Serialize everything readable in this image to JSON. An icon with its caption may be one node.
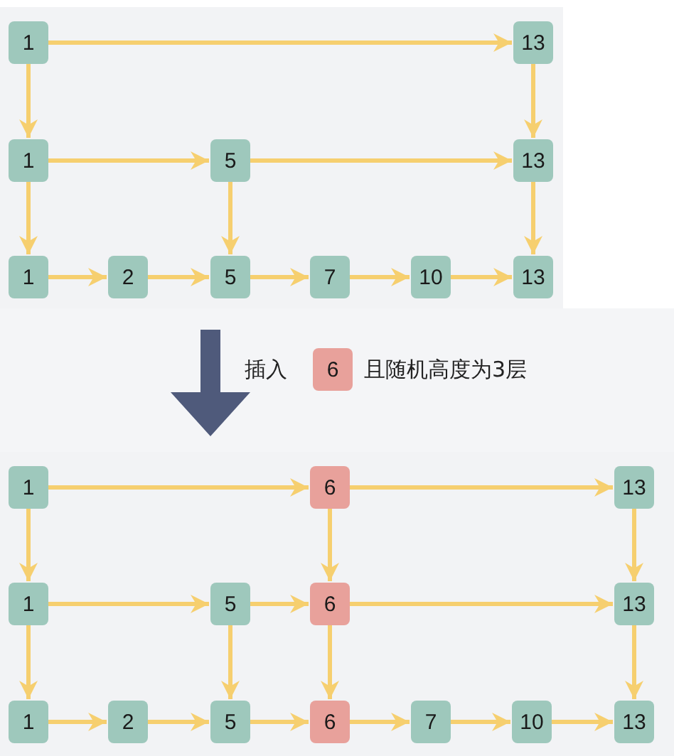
{
  "diagram": {
    "nodes": [
      {
        "text": [
          "1"
        ]
      },
      {
        "text": [
          "13"
        ]
      },
      {
        "text": [
          "1"
        ]
      },
      {
        "text": [
          "5"
        ]
      },
      {
        "text": [
          "13"
        ]
      },
      {
        "text": [
          "1"
        ]
      },
      {
        "text": [
          "2"
        ]
      },
      {
        "text": [
          "5"
        ]
      },
      {
        "text": [
          "7"
        ]
      },
      {
        "text": [
          "10"
        ]
      },
      {
        "text": [
          "13"
        ]
      },
      {
        "text": [
          "6"
        ]
      },
      {
        "text": [
          "1"
        ]
      },
      {
        "text": [
          "6"
        ]
      },
      {
        "text": [
          "13"
        ]
      },
      {
        "text": [
          "1"
        ]
      },
      {
        "text": [
          "5"
        ]
      },
      {
        "text": [
          "6"
        ]
      },
      {
        "text": [
          "13"
        ]
      },
      {
        "text": [
          "1"
        ]
      },
      {
        "text": [
          "2"
        ]
      },
      {
        "text": [
          "5"
        ]
      },
      {
        "text": [
          "6"
        ]
      },
      {
        "text": [
          "7"
        ]
      },
      {
        "text": [
          "10"
        ]
      },
      {
        "text": [
          "13"
        ]
      }
    ],
    "edges": [
      {
        "from": 0,
        "to": 1,
        "arrow": "to"
      },
      {
        "from": 0,
        "to": 2,
        "arrow": "to"
      },
      {
        "from": 1,
        "to": 4,
        "arrow": "to"
      },
      {
        "from": 2,
        "to": 3,
        "arrow": "to"
      },
      {
        "from": 3,
        "to": 4,
        "arrow": "to"
      },
      {
        "from": 2,
        "to": 5,
        "arrow": "to"
      },
      {
        "from": 3,
        "to": 7,
        "arrow": "to"
      },
      {
        "from": 4,
        "to": 10,
        "arrow": "to"
      },
      {
        "from": 5,
        "to": 6,
        "arrow": "to"
      },
      {
        "from": 6,
        "to": 7,
        "arrow": "to"
      },
      {
        "from": 7,
        "to": 8,
        "arrow": "to"
      },
      {
        "from": 8,
        "to": 9,
        "arrow": "to"
      },
      {
        "from": 9,
        "to": 10,
        "arrow": "to"
      },
      {
        "from": 12,
        "to": 13,
        "arrow": "to"
      },
      {
        "from": 13,
        "to": 14,
        "arrow": "to"
      },
      {
        "from": 12,
        "to": 15,
        "arrow": "to"
      },
      {
        "from": 13,
        "to": 17,
        "arrow": "to"
      },
      {
        "from": 14,
        "to": 18,
        "arrow": "to"
      },
      {
        "from": 15,
        "to": 16,
        "arrow": "to"
      },
      {
        "from": 16,
        "to": 17,
        "arrow": "to"
      },
      {
        "from": 17,
        "to": 18,
        "arrow": "to"
      },
      {
        "from": 15,
        "to": 19,
        "arrow": "to"
      },
      {
        "from": 16,
        "to": 21,
        "arrow": "to"
      },
      {
        "from": 17,
        "to": 22,
        "arrow": "to"
      },
      {
        "from": 18,
        "to": 25,
        "arrow": "to"
      },
      {
        "from": 19,
        "to": 20,
        "arrow": "to"
      },
      {
        "from": 20,
        "to": 21,
        "arrow": "to"
      },
      {
        "from": 21,
        "to": 22,
        "arrow": "to"
      },
      {
        "from": 22,
        "to": 23,
        "arrow": "to"
      },
      {
        "from": 23,
        "to": 24,
        "arrow": "to"
      },
      {
        "from": 24,
        "to": 25,
        "arrow": "to"
      }
    ],
    "labels": [
      "插入",
      "且随机高度为3层"
    ]
  }
}
